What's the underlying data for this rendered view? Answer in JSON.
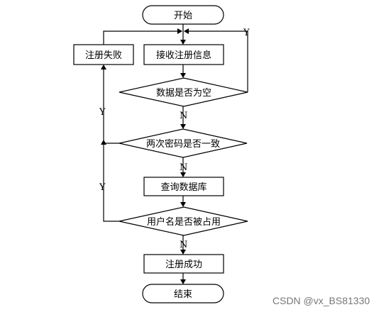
{
  "nodes": {
    "start": "开始",
    "register_fail": "注册失败",
    "receive_info": "接收注册信息",
    "data_empty": "数据是否为空",
    "pwd_match": "两次密码是否一致",
    "query_db": "查询数据库",
    "username_taken": "用户名是否被占用",
    "register_success": "注册成功",
    "end": "结束"
  },
  "edges": {
    "yes": "Y",
    "no": "N"
  },
  "watermark": "CSDN @vx_BS81330"
}
